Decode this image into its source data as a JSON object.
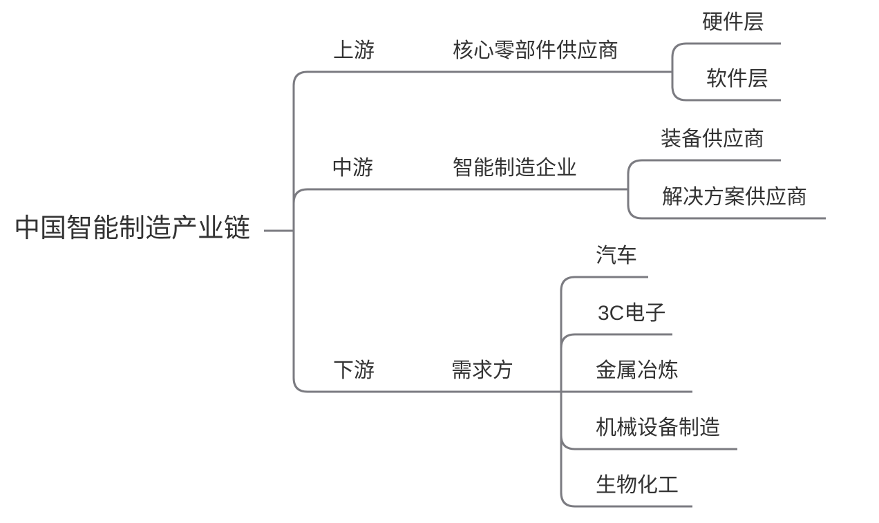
{
  "colors": {
    "line": "#7B7B81",
    "text": "#333333",
    "background": "#FFFFFF"
  },
  "mindmap": {
    "root": "中国智能制造产业链",
    "branches": [
      {
        "level": "上游",
        "node": "核心零部件供应商",
        "children": [
          "硬件层",
          "软件层"
        ]
      },
      {
        "level": "中游",
        "node": "智能制造企业",
        "children": [
          "装备供应商",
          "解决方案供应商"
        ]
      },
      {
        "level": "下游",
        "node": "需求方",
        "children": [
          "汽车",
          "3C电子",
          "金属冶炼",
          "机械设备制造",
          "生物化工"
        ]
      }
    ]
  }
}
